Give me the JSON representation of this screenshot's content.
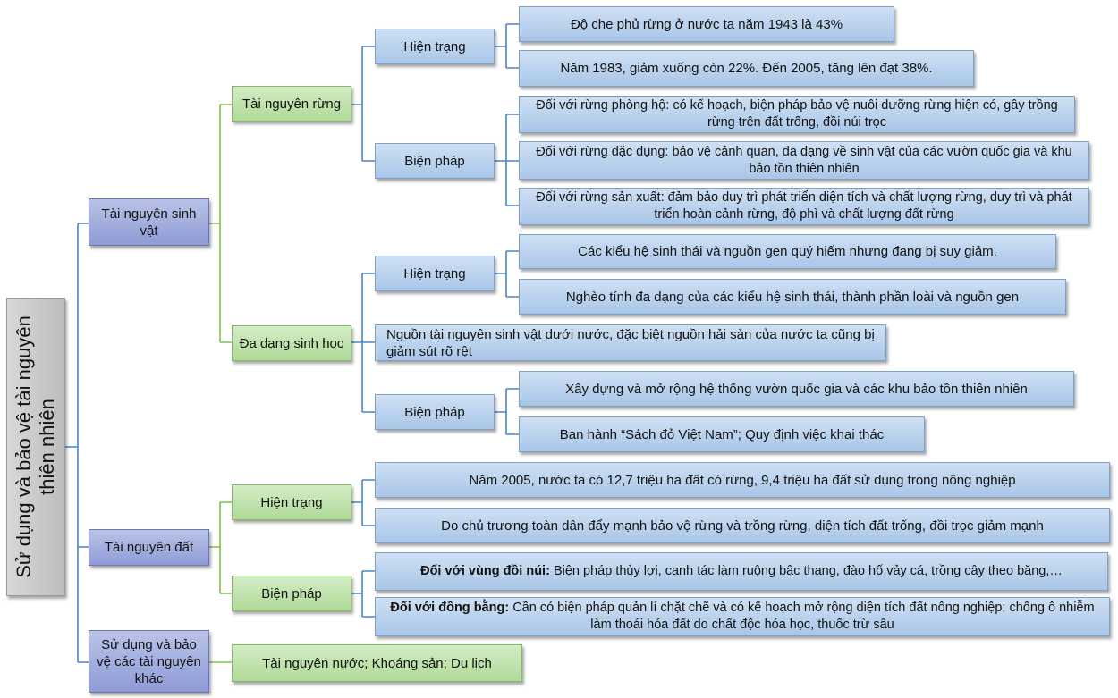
{
  "root": {
    "line1": "Sử dụng và bảo vệ tài nguyên",
    "line2": "thiên nhiên"
  },
  "level1": {
    "sinh_vat": "Tài nguyên sinh vật",
    "dat": "Tài nguyên đất",
    "khac": "Sử dụng và bảo vệ các tài nguyên khác"
  },
  "level2": {
    "rung": "Tài nguyên rừng",
    "da_dang": "Đa dạng sinh học",
    "dat_hien_trang": "Hiện trạng",
    "dat_bien_phap": "Biện pháp",
    "khac_noi_dung": "Tài nguyên nước; Khoáng sản; Du lịch"
  },
  "level3": {
    "rung_hien_trang": "Hiện trạng",
    "rung_bien_phap": "Biện pháp",
    "dd_hien_trang": "Hiện trạng",
    "dd_bien_phap": "Biện pháp"
  },
  "leaves": {
    "rung_ht_1": "Độ che phủ rừng ở nước ta năm 1943 là 43%",
    "rung_ht_2": "Năm 1983, giảm xuống còn 22%. Đến 2005, tăng lên đạt 38%.",
    "rung_bp_1": "Đối với rừng phòng hộ: có kế hoạch, biện pháp bảo vệ nuôi dưỡng rừng hiện có, gây trồng rừng trên đất trống, đồi núi trọc",
    "rung_bp_2": "Đối với rừng đặc dụng: bảo vệ cảnh quan, đa dạng về sinh vật của các vườn quốc gia và khu bảo tồn thiên nhiên",
    "rung_bp_3": "Đối với rừng sản xuất: đảm bảo duy trì phát triển diện tích và chất lượng rừng, duy trì và phát triển hoàn cảnh rừng, độ phì và chất lượng đất rừng",
    "dd_ht_1": "Các kiểu hệ sinh thái và nguồn gen quý hiếm nhưng đang bị suy giảm.",
    "dd_ht_2": "Nghèo tính đa dạng của các kiểu hệ sinh thái, thành phần loài và nguồn gen",
    "dd_nuoc": "Nguồn tài nguyên sinh vật dưới nước, đặc biệt nguồn hải sản của nước ta cũng bị giảm sút rõ rệt",
    "dd_bp_1": "Xây dựng và mở rộng hệ thống vườn quốc gia và các khu bảo tồn thiên nhiên",
    "dd_bp_2": "Ban hành “Sách đỏ Việt Nam”; Quy định việc khai thác",
    "dat_ht_1": "Năm 2005, nước ta có 12,7 triệu ha đất có rừng, 9,4 triệu ha đất sử dụng trong nông nghiệp",
    "dat_ht_2": "Do chủ trương toàn dân đẩy mạnh bảo vệ rừng và trồng rừng, diện tích đất trống, đồi trọc giảm mạnh",
    "dat_bp_1_bold": "Đối với vùng đồi núi:",
    "dat_bp_1_text": " Biện pháp thủy lợi, canh tác làm ruộng bậc thang, đào hố vảy cá, trồng cây theo băng,…",
    "dat_bp_2_bold": "Đối với đồng bằng:",
    "dat_bp_2_text": " Cần có biện pháp quản lí chặt chẽ và có kế hoạch mở rộng diện tích đất nông nghiệp; chống ô nhiễm làm thoái hóa đất do chất độc hóa học, thuốc trừ sâu"
  },
  "colors": {
    "connector_blue": "#4a86c8",
    "connector_green": "#7fc04e"
  }
}
